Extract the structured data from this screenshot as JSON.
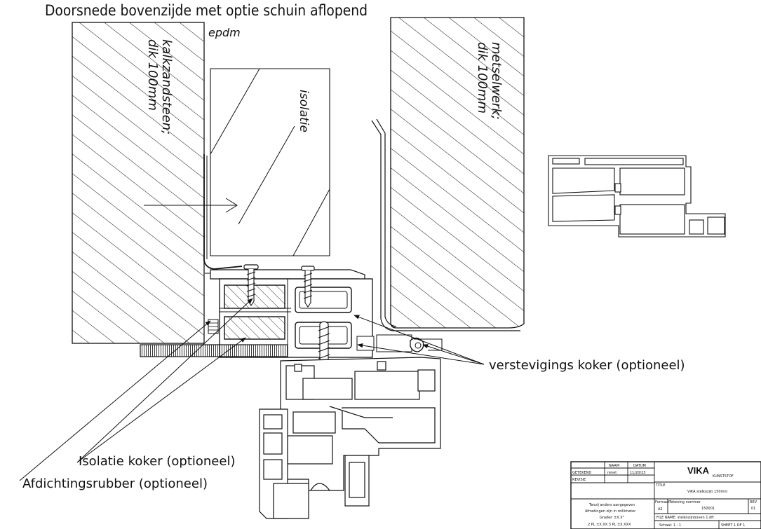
{
  "title": "Doorsnede bovenzijde met optie schuin aflopend",
  "labels": {
    "epdm": "epdm",
    "left_wall": "kalkzandsteen;",
    "left_wall_thickness": "dik 100mm",
    "right_wall": "metselwerk;",
    "right_wall_thickness": "dik 100mm",
    "insulation": "isolatie",
    "reinforcement": "verstevigings koker (optioneel)",
    "insulation_tube": "Isolatie koker (optioneel)",
    "sealing_rubber": "Afdichtingsrubber (optioneel)"
  },
  "title_block": {
    "col_name": "NAAM",
    "col_date": "DATUM",
    "drawn_label": "GETEKEND",
    "drawn_name": "renet",
    "drawn_date": "11/20/23",
    "revision_label": "REVISIE",
    "brand": "VIKA",
    "brand_sub": "KUNSTSTOF",
    "title_label": "TITLE",
    "drawing_title": "VIKA stelkozijn 150mm",
    "note_line1": "Tenzij anders aangegeven",
    "note_line2": "Afmetingen zijn in millimeter",
    "note_line3": "Graden ±X.X°",
    "note_line4": "2 PL ±X.XX 3 PL ±X.XXX",
    "format_label": "Formaat",
    "format_value": "A2",
    "number_label": "Tekening nummer",
    "number_value": "150001",
    "rev_label": "REV",
    "rev_value": "01",
    "file_label": "FILE NAME: stelkozijnboven 1.dft",
    "scale_label": "Schaal: 1 : 1",
    "sheet_label": "SHEET 1 OF 1"
  }
}
